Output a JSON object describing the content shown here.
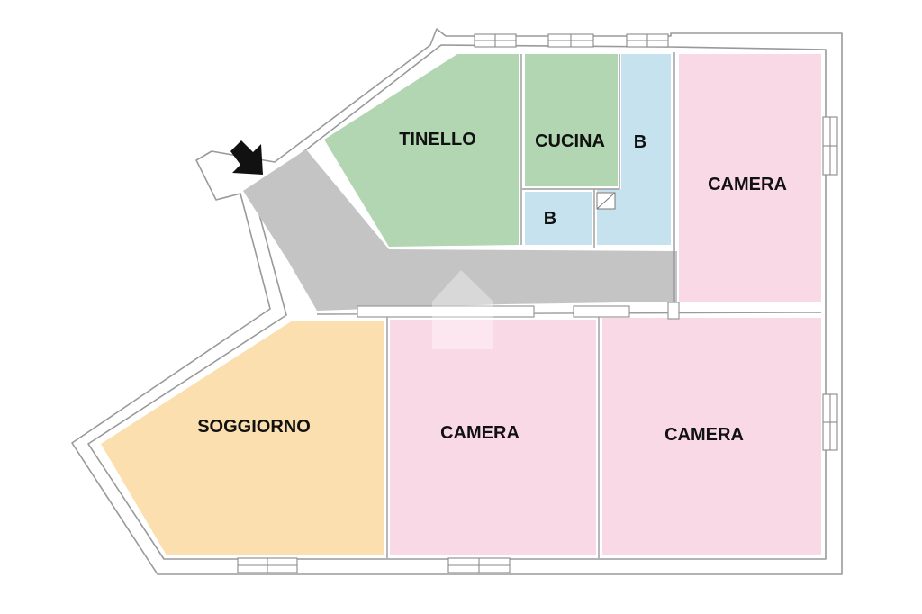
{
  "rooms": [
    {
      "id": "tinello",
      "label": "TINELLO",
      "color": "#b1d6b1"
    },
    {
      "id": "cucina",
      "label": "CUCINA",
      "color": "#b1d6b1"
    },
    {
      "id": "bagno1",
      "label": "B",
      "color": "#c5e2ee"
    },
    {
      "id": "bagno2",
      "label": "B",
      "color": "#c5e2ee"
    },
    {
      "id": "camera1",
      "label": "CAMERA",
      "color": "#fad9e6"
    },
    {
      "id": "camera2",
      "label": "CAMERA",
      "color": "#fad9e6"
    },
    {
      "id": "camera3",
      "label": "CAMERA",
      "color": "#fad9e6"
    },
    {
      "id": "soggiorno",
      "label": "SOGGIORNO",
      "color": "#fbdfae"
    },
    {
      "id": "corridor",
      "label": "",
      "color": "#c4c4c4"
    }
  ],
  "entrance_icon": "arrow-down-right-icon",
  "wall_color": "#9a9a9a",
  "watermark_icon": "house-logo-watermark"
}
